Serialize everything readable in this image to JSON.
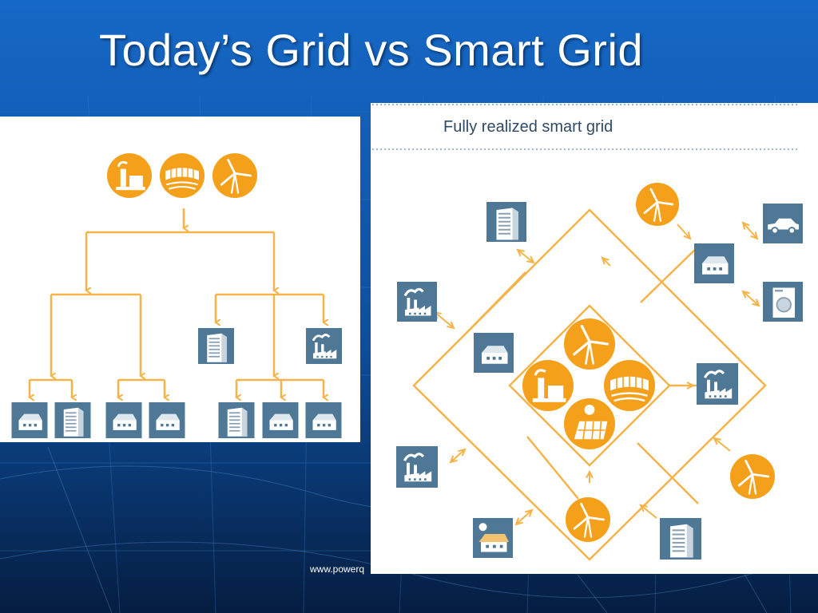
{
  "slide": {
    "title": "Today’s Grid vs Smart Grid",
    "footer_url": "www.powerq"
  },
  "right_panel": {
    "title": "Fully realized  smart grid"
  },
  "colors": {
    "background_top": "#1565c0",
    "background_bottom": "#06224a",
    "accent_orange": "#f4a01b",
    "line_orange": "#f5b34a",
    "building_blue": "#4f7896",
    "panel_white": "#ffffff",
    "title_text": "#ffffff"
  },
  "left_diagram": {
    "description_nodes": {
      "generation": [
        "factory-icon",
        "hydro-dam-icon",
        "wind-turbine-icon"
      ],
      "middle_consumers": [
        "office-building-icon",
        "factory-icon"
      ],
      "bottom_consumers": [
        "house-icon",
        "office-building-icon",
        "house-icon",
        "house-icon",
        "office-building-icon",
        "house-icon",
        "house-icon"
      ]
    }
  },
  "right_diagram": {
    "center_sources": [
      "wind-turbine-icon",
      "factory-icon",
      "hydro-dam-icon",
      "solar-panel-icon"
    ],
    "outer_nodes": [
      "office-building-icon",
      "wind-turbine-icon",
      "car-icon",
      "house-icon",
      "washing-machine-icon",
      "factory-icon",
      "house-icon",
      "factory-icon",
      "factory-icon",
      "wind-turbine-icon",
      "wind-turbine-icon",
      "solar-house-icon",
      "office-building-icon"
    ]
  }
}
